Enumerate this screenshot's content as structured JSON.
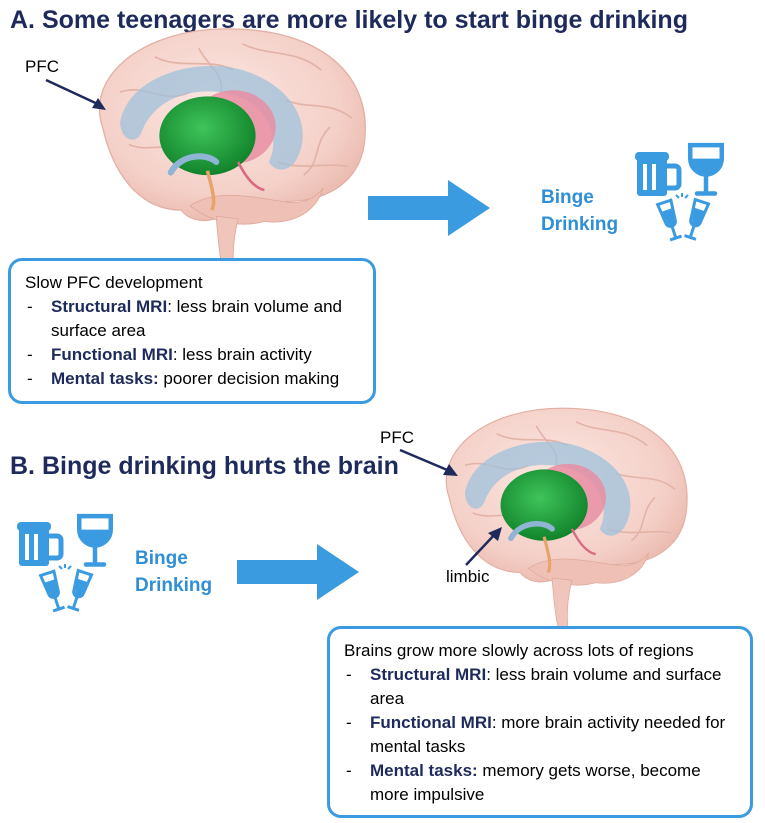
{
  "section_a": {
    "title": "A. Some teenagers are more likely to start binge drinking",
    "pfc_label": "PFC",
    "binge_line1": "Binge",
    "binge_line2": "Drinking",
    "box": {
      "intro": "Slow PFC development",
      "items": [
        {
          "term": "Structural MRI",
          "text": ": less brain volume and surface area"
        },
        {
          "term": "Functional MRI",
          "text": ": less brain activity"
        },
        {
          "term": "Mental tasks:",
          "text": " poorer decision making"
        }
      ]
    }
  },
  "section_b": {
    "title": "B. Binge drinking hurts the brain",
    "pfc_label": "PFC",
    "limbic_label": "limbic",
    "binge_line1": "Binge",
    "binge_line2": "Drinking",
    "box": {
      "intro": "Brains grow more slowly across lots of regions",
      "items": [
        {
          "term": "Structural MRI",
          "text": ": less brain volume and surface area"
        },
        {
          "term": "Functional MRI",
          "text": ": more brain activity needed for mental tasks"
        },
        {
          "term": "Mental tasks:",
          "text": " memory gets worse, become more impulsive"
        }
      ]
    }
  },
  "icons": [
    "brain-icon",
    "beer-mug-icon",
    "wine-glass-icon",
    "champagne-toast-icon",
    "arrow-right-icon"
  ],
  "colors": {
    "title": "#1f2a5c",
    "accent_blue": "#3b9be0",
    "binge_text": "#2f8fd6",
    "brain": "#f6d6d0",
    "limbic_green": "#1fa23a",
    "limbic_red": "#e98aa0"
  }
}
